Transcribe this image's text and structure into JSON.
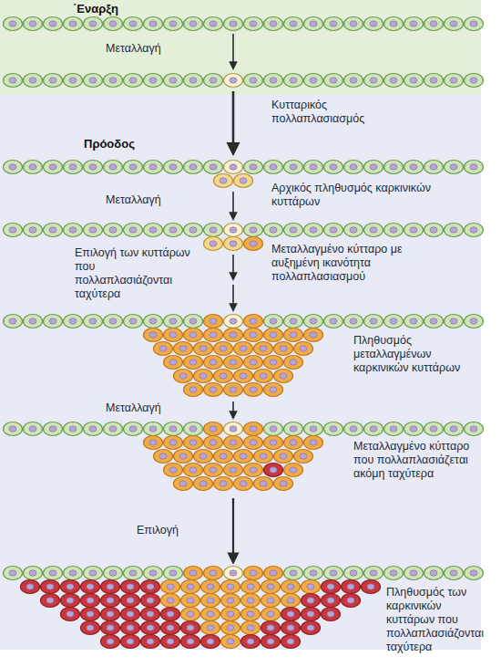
{
  "diagram": {
    "labels": [
      "΄Εναρξη",
      "Μεταλλαγή",
      "Κυτταρικός πολλαπλασιασμός",
      "Πρόοδος",
      "Αρχικός πληθυσμός καρκινικών κυττάρων",
      "Μεταλλαγή",
      "Επιλογή των κυττάρων που πολλαπλασιάζονται ταχύτερα",
      "Μεταλλαγμένο κύτταρο με αυξημένη ικανότητα πολλαπλασιασμού",
      "Πληθυσμός μεταλλαγμένων καρκινικών κυττάρων",
      "Μεταλλαγή",
      "Μεταλλαγμένο κύτταρο που πολλαπλασιάζεται ακόμη ταχύτερα",
      "Επιλογή",
      "Πληθυσμός των καρκινικών κυττάρων που πολλαπλασιάζονται ταχύτερα"
    ]
  }
}
